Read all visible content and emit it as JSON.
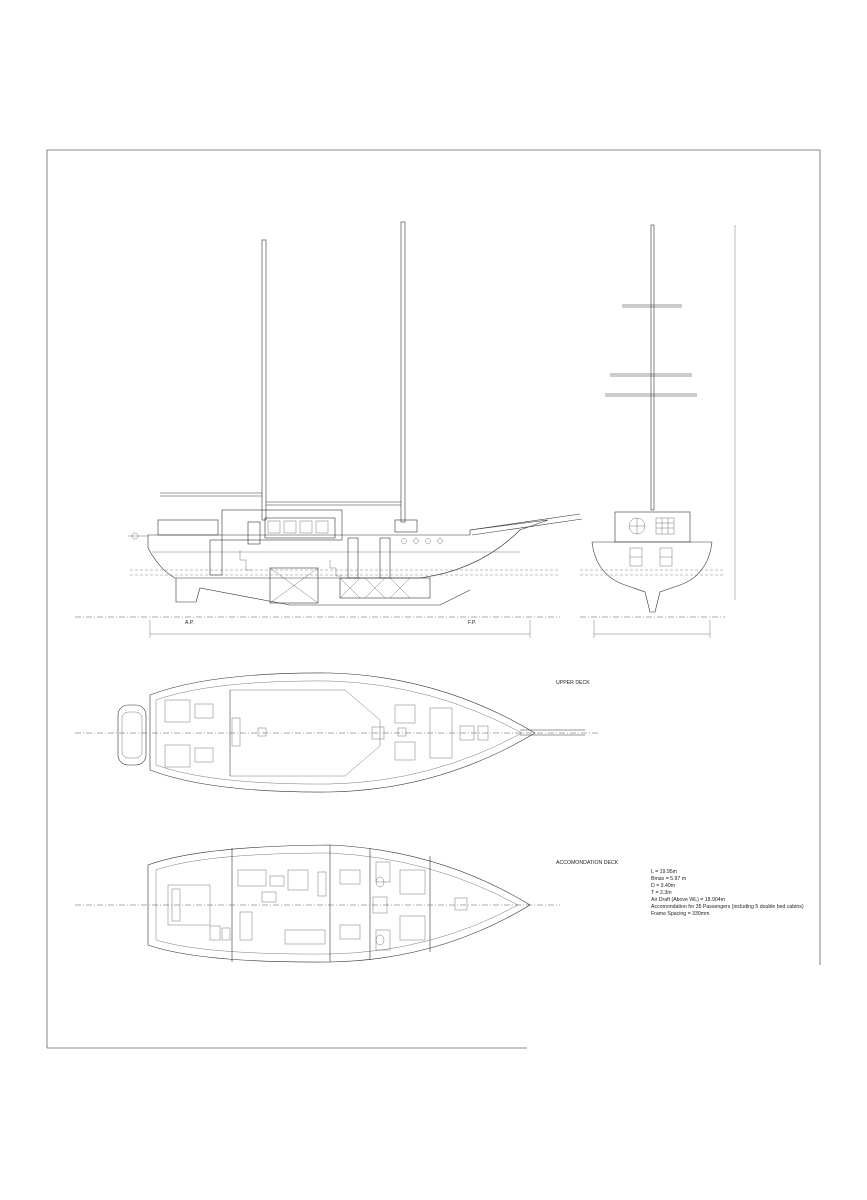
{
  "labels": {
    "upper_deck": "UPPER DECK",
    "accommodation_deck": "ACCOMONDATION DECK",
    "aft_perpendicular": "A.P.",
    "fore_perpendicular": "F.P."
  },
  "specifications": [
    "L = 19.95m",
    "Bmax = 5.97 m",
    "D = 3.40m",
    "T = 2.3m",
    "Air Draft (Above WL) = 18.904m",
    "Accomondation for 35 Passengers (including 5 double bed cabins)",
    "Frame Spacing = 330mm"
  ],
  "colors": {
    "line": "#333333",
    "paper": "#ffffff"
  }
}
